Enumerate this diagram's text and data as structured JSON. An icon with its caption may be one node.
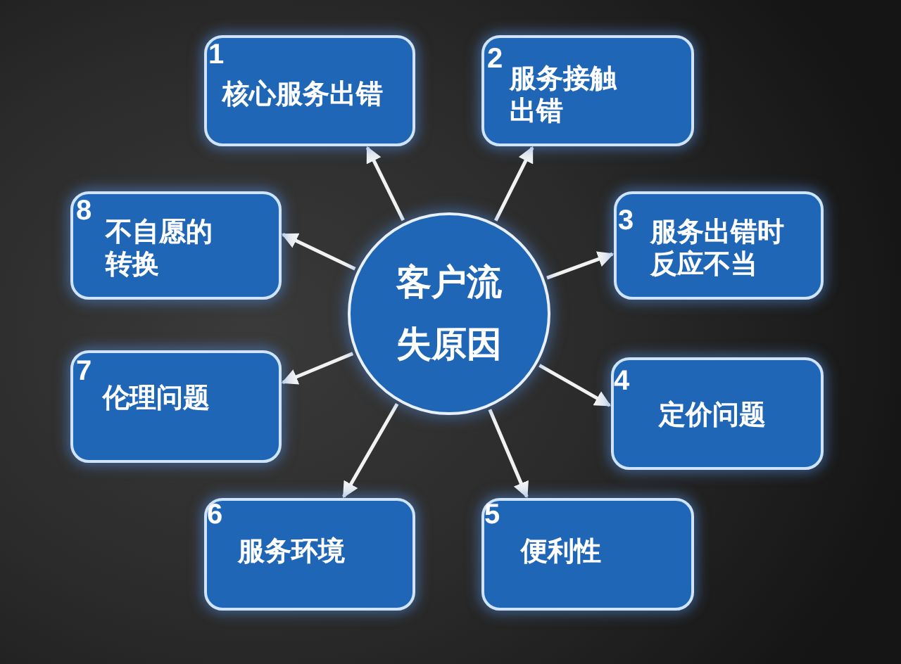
{
  "diagram": {
    "nodes": [
      {
        "text": [
          "客户流失原因"
        ]
      },
      {
        "text": [
          "1",
          "核心服务出错"
        ]
      },
      {
        "text": [
          "2",
          "服务接触出错"
        ]
      },
      {
        "text": [
          "3",
          "服务出错时反应不当"
        ]
      },
      {
        "text": [
          "4",
          "定价问题"
        ]
      },
      {
        "text": [
          "5",
          "便利性"
        ]
      },
      {
        "text": [
          "6",
          "服务环境"
        ]
      },
      {
        "text": [
          "7",
          "伦理问题"
        ]
      },
      {
        "text": [
          "8",
          "不自愿的转换"
        ]
      }
    ],
    "edges": [
      {
        "from": 0,
        "to": 1,
        "arrow": "to"
      },
      {
        "from": 0,
        "to": 2,
        "arrow": "to"
      },
      {
        "from": 0,
        "to": 3,
        "arrow": "to"
      },
      {
        "from": 0,
        "to": 4,
        "arrow": "to"
      },
      {
        "from": 0,
        "to": 5,
        "arrow": "to"
      },
      {
        "from": 0,
        "to": 6,
        "arrow": "to"
      },
      {
        "from": 0,
        "to": 7,
        "arrow": "to"
      },
      {
        "from": 0,
        "to": 8,
        "arrow": "to"
      }
    ]
  }
}
